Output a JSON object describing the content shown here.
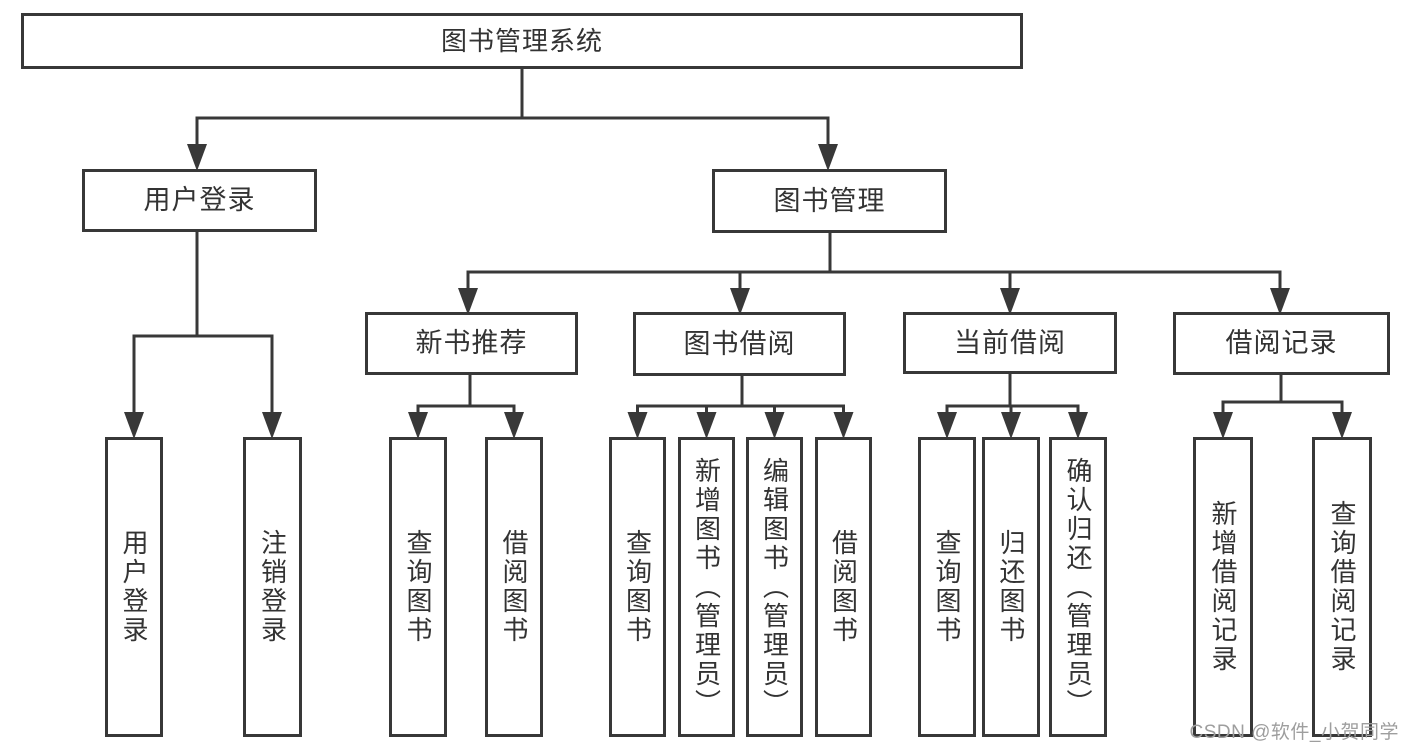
{
  "colors": {
    "line": "#383838",
    "box_border": "#383838",
    "box_fill": "#ffffff",
    "text": "#333333",
    "watermark": "#9e9e9e",
    "background": "#ffffff"
  },
  "tree": {
    "root": {
      "label": "图书管理系统"
    },
    "branches": [
      {
        "label": "用户登录",
        "children": [
          {
            "label": "用户登录"
          },
          {
            "label": "注销登录"
          }
        ]
      },
      {
        "label": "图书管理",
        "children": [
          {
            "label": "新书推荐",
            "children": [
              {
                "label": "查询图书"
              },
              {
                "label": "借阅图书"
              }
            ]
          },
          {
            "label": "图书借阅",
            "children": [
              {
                "label": "查询图书"
              },
              {
                "label": "新增图书（管理员）"
              },
              {
                "label": "编辑图书（管理员）"
              },
              {
                "label": "借阅图书"
              }
            ]
          },
          {
            "label": "当前借阅",
            "children": [
              {
                "label": "查询图书"
              },
              {
                "label": "归还图书"
              },
              {
                "label": "确认归还（管理员）"
              }
            ]
          },
          {
            "label": "借阅记录",
            "children": [
              {
                "label": "新增借阅记录"
              },
              {
                "label": "查询借阅记录"
              }
            ]
          }
        ]
      }
    ]
  },
  "watermark": {
    "text": "CSDN @软件_小贺同学"
  }
}
